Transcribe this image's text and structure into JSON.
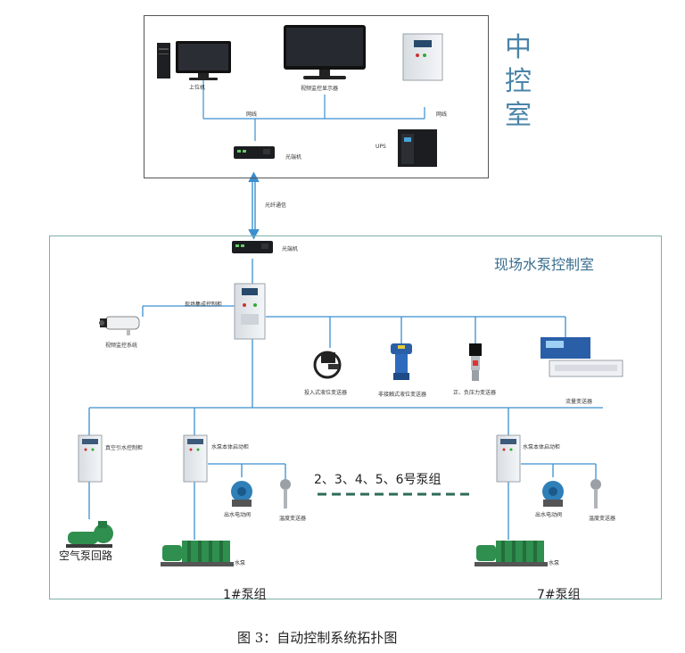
{
  "control_room": {
    "title": "中控室",
    "title_chars": [
      "中",
      "控",
      "室"
    ],
    "host_pc_label": "上位机",
    "video_display_label": "视频监控显示器",
    "network_left_label": "网线",
    "network_right_label": "网线",
    "optical_transceiver_label": "光端机",
    "ups_label": "UPS"
  },
  "link": {
    "fiber_label": "光纤通信"
  },
  "site_room": {
    "title": "现场水泵控制室",
    "optical_transceiver_label": "光端机",
    "main_cabinet_label": "现场集成控制柜",
    "camera_label": "视频监控系统",
    "level_sensor_label": "投入式液位变送器",
    "ultrasonic_level_label": "非接触式液位变送器",
    "pressure_sensor_label": "正、负压力变送器",
    "flow_meter_label": "流量变送器",
    "vacuum_cabinet_label": "真空引水控制柜",
    "pump_cabinet_1_label": "水泵本体启动柜",
    "pump_cabinet_7_label": "水泵本体启动柜",
    "valve_1_label": "出水电动阀",
    "temp_sensor_1_label": "温度变送器",
    "valve_7_label": "出水电动阀",
    "temp_sensor_7_label": "温度变送器",
    "pump_1_label": "水泵",
    "pump_7_label": "水泵",
    "air_pump_label": "空气泵回路",
    "middle_groups_label": "2、3、4、5、6号泵组",
    "group_1_label": "1#泵组",
    "group_7_label": "7#泵组"
  },
  "caption": "图 3：自动控制系统拓扑图",
  "colors": {
    "line_blue": "#3a8fd0",
    "dash_green": "#2e6b5a",
    "title_blue": "#4b84a8",
    "pump_green": "#2f8f4e"
  }
}
